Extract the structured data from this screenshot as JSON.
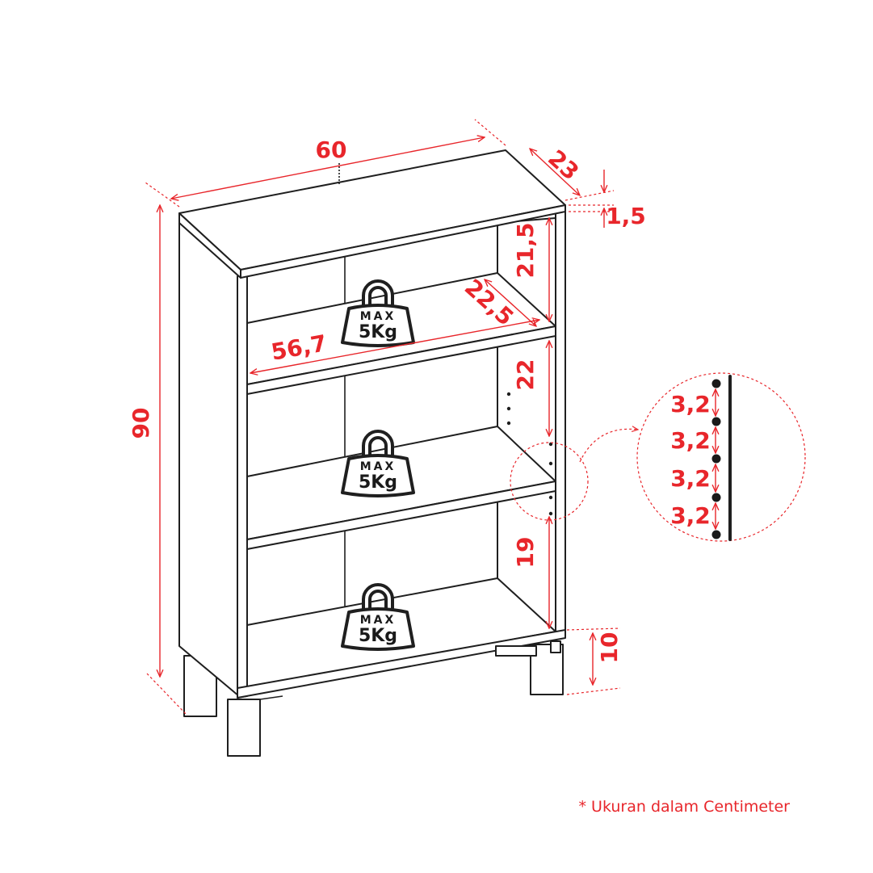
{
  "dimensions": {
    "width_top": "60",
    "depth": "23",
    "top_thickness": "1,5",
    "height_total": "90",
    "shelf_gap_top": "21,5",
    "shelf_depth": "22,5",
    "inner_width": "56,7",
    "shelf_gap_middle": "22",
    "shelf_gap_bottom": "19",
    "leg_height": "10"
  },
  "weight_badges": [
    {
      "line1": "MAX",
      "line2": "5Kg"
    },
    {
      "line1": "MAX",
      "line2": "5Kg"
    },
    {
      "line1": "MAX",
      "line2": "5Kg"
    }
  ],
  "hole_spacing": [
    "3,2",
    "3,2",
    "3,2",
    "3,2"
  ],
  "footnote": "* Ukuran dalam Centimeter",
  "colors": {
    "dimension": "#e8262b",
    "line": "#1f1f1f",
    "background": "#ffffff"
  }
}
